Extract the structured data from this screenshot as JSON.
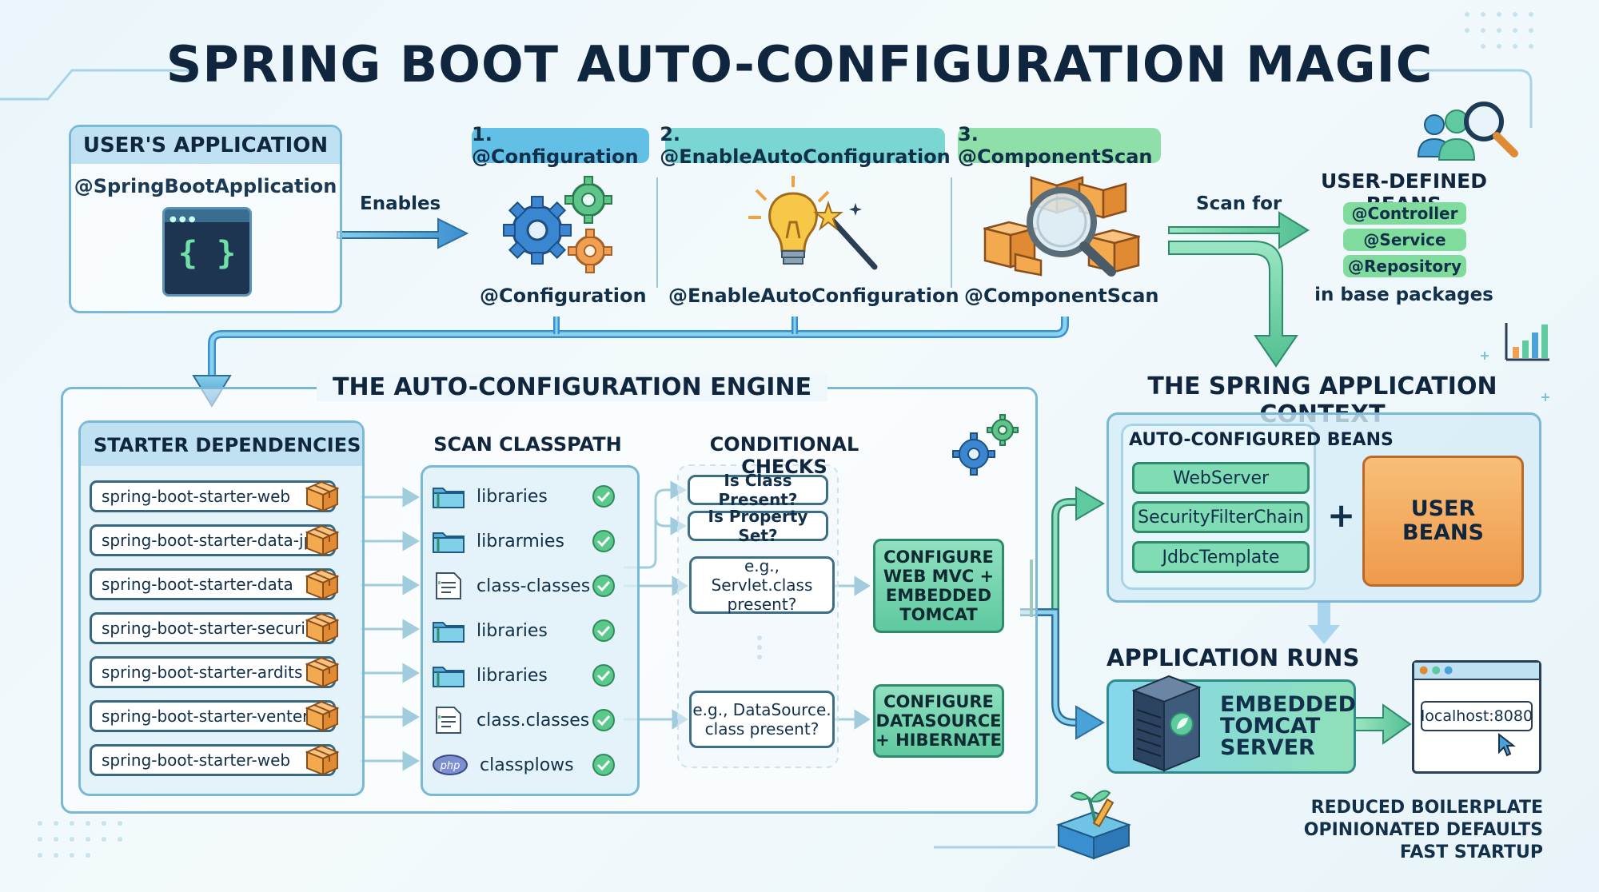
{
  "title": "SPRING BOOT AUTO-CONFIGURATION MAGIC",
  "user_app": {
    "header": "USER'S APPLICATION",
    "annotation": "@SpringBootApplication",
    "code_glyph": "{ }"
  },
  "enables_label": "Enables",
  "annotations": [
    {
      "tag": "1. @Configuration",
      "caption": "@Configuration",
      "icon": "gears-icon"
    },
    {
      "tag": "2. @EnableAutoConfiguration",
      "caption": "@EnableAutoConfiguration",
      "icon": "lightbulb-wand-icon"
    },
    {
      "tag": "3. @ComponentScan",
      "caption": "@ComponentScan",
      "icon": "boxes-magnifier-icon"
    }
  ],
  "scan_for_label": "Scan for",
  "user_beans": {
    "header": "USER-DEFINED BEANS",
    "items": [
      "@Controller",
      "@Service",
      "@Repository"
    ],
    "footer": "in base packages"
  },
  "engine": {
    "title": "THE AUTO-CONFIGURATION ENGINE"
  },
  "starter": {
    "header": "STARTER DEPENDENCIES",
    "items": [
      "spring-boot-starter-web",
      "spring-boot-starter-data-jpa",
      "spring-boot-starter-data",
      "spring-boot-starter-securic",
      "spring-boot-starter-ardits",
      "spring-boot-starter-venter",
      "spring-boot-starter-web"
    ]
  },
  "classpath": {
    "header": "SCAN CLASSPATH",
    "items": [
      {
        "label": "libraries",
        "icon": "folder-icon"
      },
      {
        "label": "librarmies",
        "icon": "folder-icon"
      },
      {
        "label": "class-classes",
        "icon": "document-icon"
      },
      {
        "label": "libraries",
        "icon": "folder-icon"
      },
      {
        "label": "libraries",
        "icon": "folder-icon"
      },
      {
        "label": "class.classes",
        "icon": "document-icon"
      },
      {
        "label": "classplows",
        "icon": "php-icon",
        "badge": "php"
      }
    ]
  },
  "conditional": {
    "header": "CONDITIONAL CHECKS",
    "checks": [
      "Is Class Present?",
      "Is Property Set?"
    ],
    "examples": [
      "e.g., Servlet.class present?",
      "e.g., DataSource. class present?"
    ]
  },
  "configure": [
    "CONFIGURE WEB MVC + EMBEDDED TOMCAT",
    "CONFIGURE DATASOURCE + HIBERNATE"
  ],
  "context": {
    "title": "THE SPRING APPLICATION CONTEXT",
    "auto_header": "AUTO-CONFIGURED BEANS",
    "auto_beans": [
      "WebServer",
      "SecurityFilterChain",
      "JdbcTemplate"
    ],
    "plus": "+",
    "user_beans": "USER BEANS"
  },
  "runs": {
    "header": "APPLICATION RUNS",
    "server": "EMBEDDED TOMCAT SERVER",
    "url": "localhost:8080"
  },
  "benefits": [
    "REDUCED BOILERPLATE",
    "OPINIONATED DEFAULTS",
    "FAST STARTUP"
  ],
  "colors": {
    "accent_blue": "#4aa3d8",
    "accent_green": "#5fc9a0",
    "accent_orange": "#f0a858",
    "navy": "#10263f"
  }
}
